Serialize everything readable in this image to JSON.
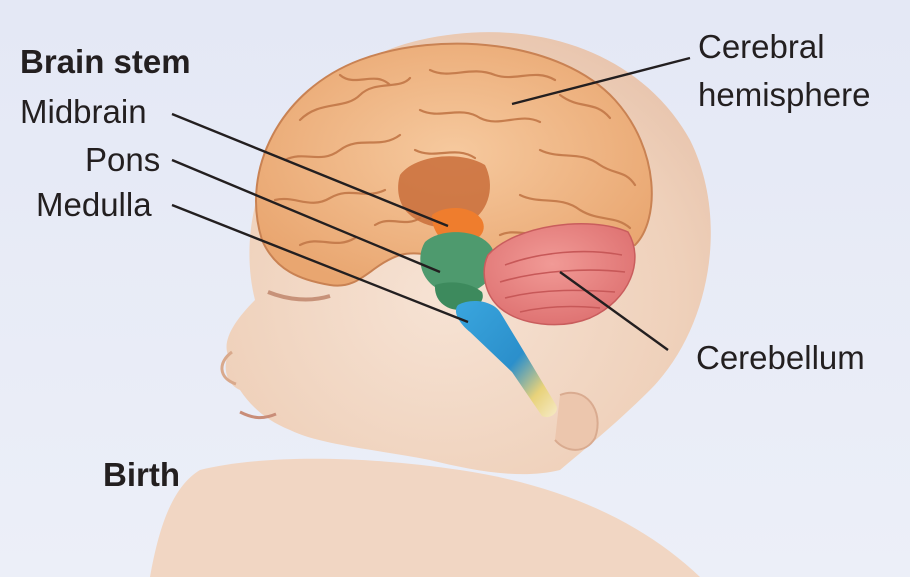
{
  "labels": {
    "brain_stem": "Brain stem",
    "midbrain": "Midbrain",
    "pons": "Pons",
    "medulla": "Medulla",
    "birth": "Birth",
    "cerebral_line1": "Cerebral",
    "cerebral_line2": "hemisphere",
    "cerebellum": "Cerebellum"
  },
  "colors": {
    "background": "#e7ebf6",
    "skin": "#f4d9c4",
    "cerebrum": "#efb582",
    "midbrain": "#ef7d2d",
    "pons": "#4e9a6e",
    "medulla": "#2d9ad4",
    "cerebellum": "#e47878",
    "leader_line": "#231f20"
  }
}
